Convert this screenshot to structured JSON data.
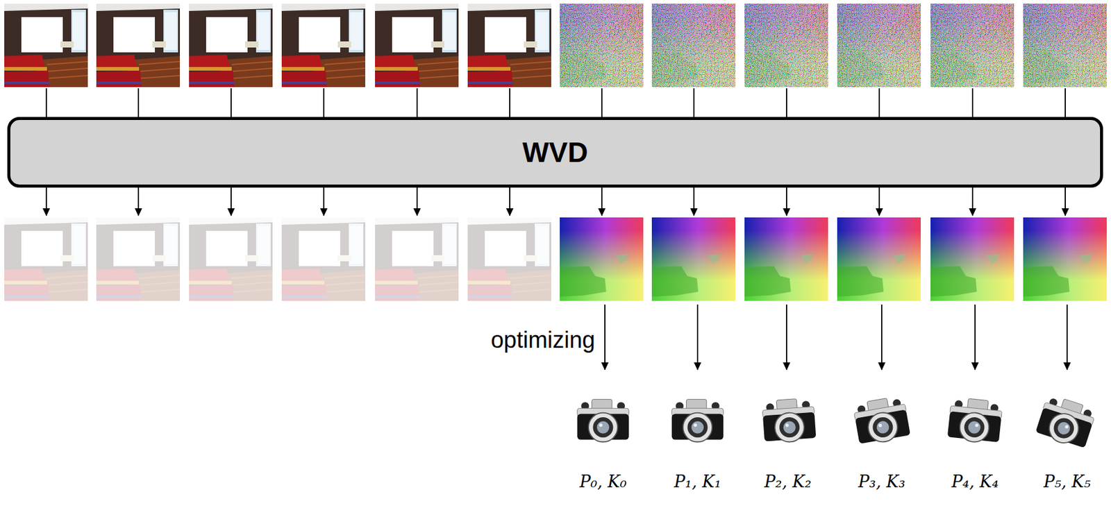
{
  "diagram": {
    "nodes": [
      {
        "text": [
          "WVD"
        ]
      }
    ],
    "labels": [
      "optimizing",
      "P₀, K₀",
      "P₁, K₁",
      "P₂, K₂",
      "P₃, K₃",
      "P₄, K₄",
      "P₅, K₅"
    ]
  }
}
